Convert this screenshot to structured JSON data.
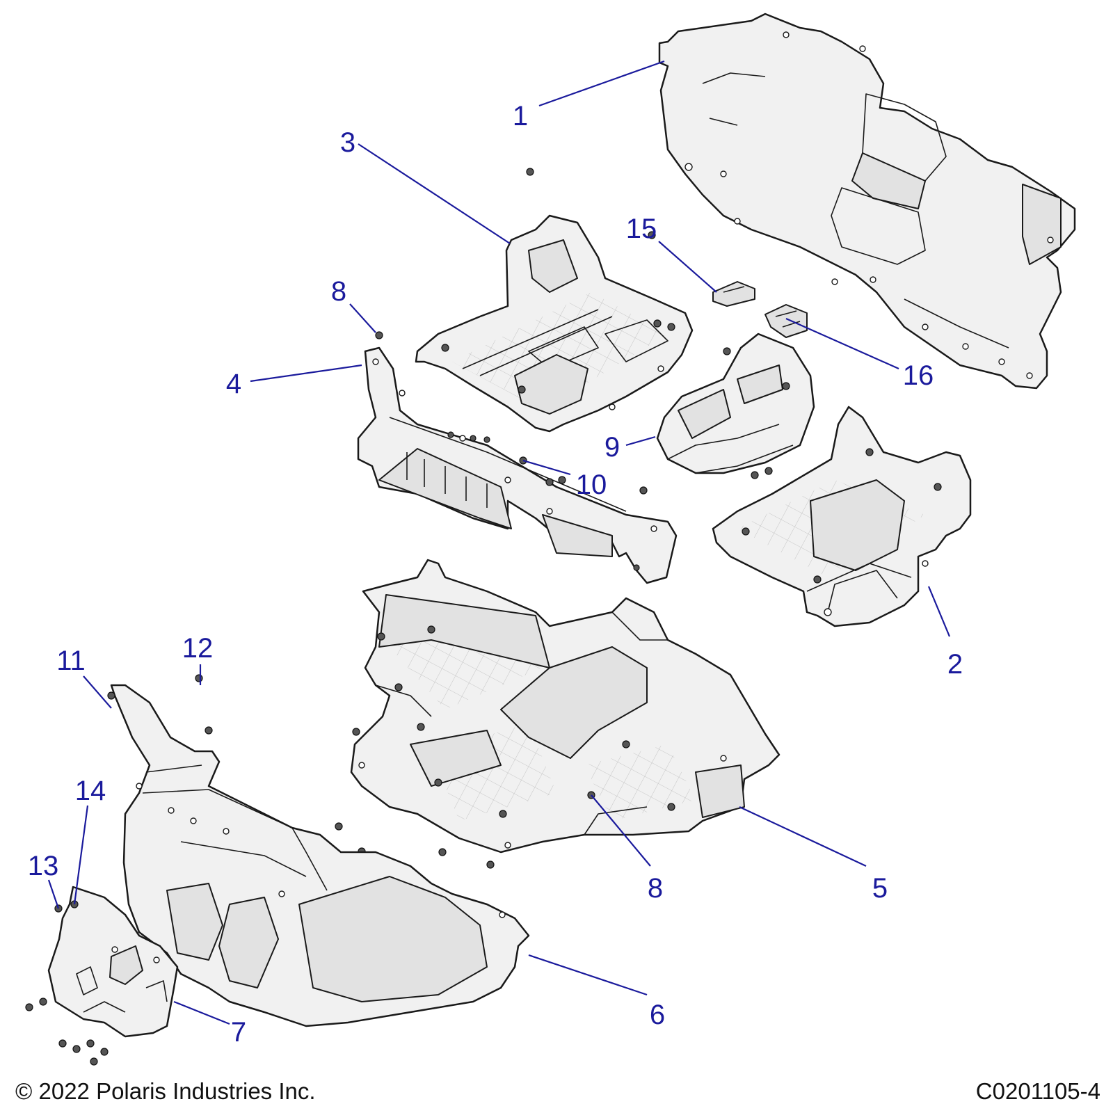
{
  "colors": {
    "callout": "#1a1a9c",
    "leader": "#1a1a9c",
    "line": "#1a1a1a",
    "part_fill": "#f1f1f1",
    "background": "#ffffff"
  },
  "callouts": [
    {
      "id": "c1",
      "label": "1"
    },
    {
      "id": "c2",
      "label": "2"
    },
    {
      "id": "c3",
      "label": "3"
    },
    {
      "id": "c4",
      "label": "4"
    },
    {
      "id": "c5",
      "label": "5"
    },
    {
      "id": "c6",
      "label": "6"
    },
    {
      "id": "c7",
      "label": "7"
    },
    {
      "id": "c8a",
      "label": "8"
    },
    {
      "id": "c8b",
      "label": "8"
    },
    {
      "id": "c9",
      "label": "9"
    },
    {
      "id": "c10",
      "label": "10"
    },
    {
      "id": "c11",
      "label": "11"
    },
    {
      "id": "c12",
      "label": "12"
    },
    {
      "id": "c13",
      "label": "13"
    },
    {
      "id": "c14",
      "label": "14"
    },
    {
      "id": "c15",
      "label": "15"
    },
    {
      "id": "c16",
      "label": "16"
    }
  ],
  "footer": {
    "copyright": "© 2022 Polaris Industries Inc.",
    "drawing_number": "C0201105-4"
  }
}
